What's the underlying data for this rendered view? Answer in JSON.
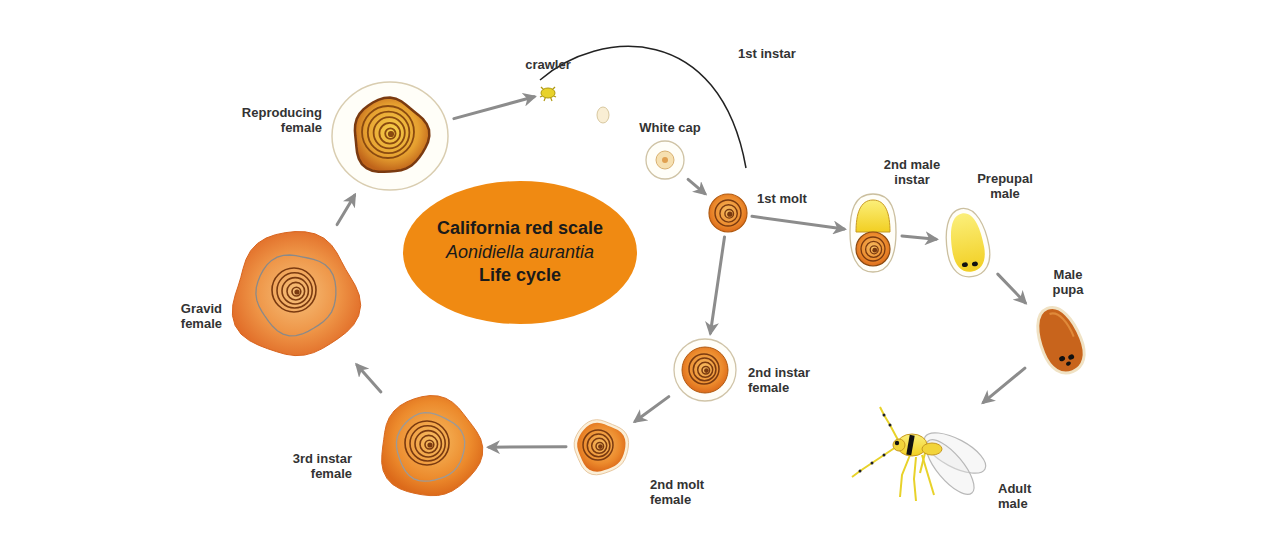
{
  "diagram": {
    "nodes": [
      {
        "text": [
          "California red scale",
          "Aonidiella aurantia",
          "Life cycle"
        ]
      },
      {
        "text": [
          "Reproducing female"
        ]
      },
      {
        "text": [
          "crawler"
        ]
      },
      {
        "text": [
          "White cap"
        ]
      },
      {
        "text": [
          "1st molt"
        ]
      },
      {
        "text": [
          "2nd male instar"
        ]
      },
      {
        "text": [
          "Prepupal male"
        ]
      },
      {
        "text": [
          "Male pupa"
        ]
      },
      {
        "text": [
          "Adult male"
        ]
      },
      {
        "text": [
          "2nd instar female"
        ]
      },
      {
        "text": [
          "2nd molt female"
        ]
      },
      {
        "text": [
          "3rd instar female"
        ]
      },
      {
        "text": [
          "Gravid female"
        ]
      }
    ],
    "edges": [
      {
        "from": 1,
        "to": 2,
        "arrow": "to"
      },
      {
        "from": 3,
        "to": 4,
        "arrow": "to"
      },
      {
        "from": 4,
        "to": 5,
        "arrow": "to"
      },
      {
        "from": 5,
        "to": 6,
        "arrow": "to"
      },
      {
        "from": 6,
        "to": 7,
        "arrow": "to"
      },
      {
        "from": 7,
        "to": 8,
        "arrow": "to"
      },
      {
        "from": 4,
        "to": 9,
        "arrow": "to"
      },
      {
        "from": 9,
        "to": 10,
        "arrow": "to"
      },
      {
        "from": 10,
        "to": 11,
        "arrow": "to"
      },
      {
        "from": 11,
        "to": 12,
        "arrow": "to"
      },
      {
        "from": 12,
        "to": 1,
        "arrow": "to"
      }
    ],
    "labels": [
      "1st instar"
    ]
  }
}
